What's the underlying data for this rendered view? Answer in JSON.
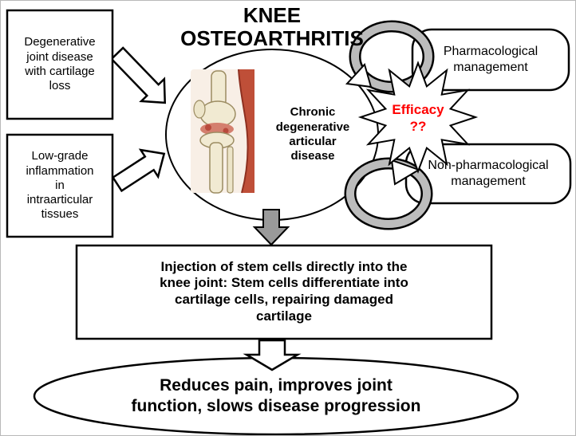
{
  "title": "KNEE\nOSTEOARTHRITIS",
  "nodes": {
    "degenerative_box": "Degenerative\njoint disease\nwith cartilage\nloss",
    "inflammation_box": "Low-grade\ninflammation\nin\nintraarticular\ntissues",
    "central_ellipse": "Chronic\ndegenerative\narticular\ndisease",
    "pharmacological_box": "Pharmacological\nmanagement",
    "non_pharmacological_box": "Non-pharmacological\nmanagement",
    "efficacy_burst": "Efficacy\n??",
    "injection_box": "Injection of stem cells directly into the\nknee joint: Stem cells differentiate into\ncartilage cells, repairing damaged\ncartilage",
    "outcome_ellipse": "Reduces pain, improves joint\nfunction, slows disease progression"
  },
  "icons": {
    "knee_image": "knee-joint-illustration",
    "cycle_arrow_top": "circular-arrow",
    "cycle_arrow_bottom": "circular-arrow",
    "efficacy_shape": "starburst"
  },
  "colors": {
    "outline": "#000000",
    "shape_fill": "#FFFFFF",
    "efficacy_text": "#FF0000",
    "cycle_arrow_gray": "#BCBCBC",
    "down_arrow_gray": "#9A9A9A"
  }
}
